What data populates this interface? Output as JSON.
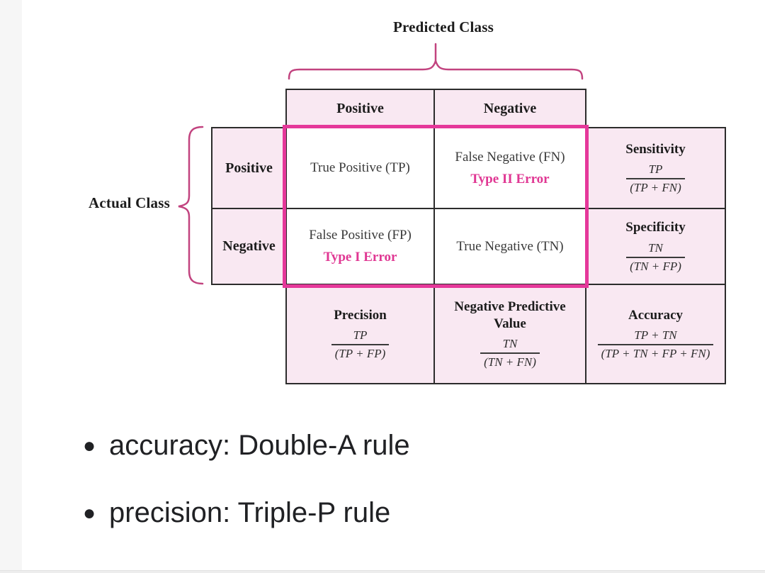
{
  "colors": {
    "cell_pink_bg": "#f9e8f2",
    "highlight_magenta": "#e5389a",
    "brace_pink": "#c2437f",
    "error_text_pink": "#e03793",
    "table_border": "#2c2c2c"
  },
  "diagram": {
    "predicted_class_label": "Predicted Class",
    "actual_class_label": "Actual Class",
    "column_headers": {
      "positive": "Positive",
      "negative": "Negative"
    },
    "row_headers": {
      "positive": "Positive",
      "negative": "Negative"
    },
    "cells": {
      "tp": {
        "label": "True Positive (TP)"
      },
      "fn": {
        "label": "False Negative (FN)",
        "error": "Type II Error"
      },
      "fp": {
        "label": "False Positive (FP)",
        "error": "Type I Error"
      },
      "tn": {
        "label": "True Negative (TN)"
      }
    },
    "metrics": {
      "sensitivity": {
        "title": "Sensitivity",
        "numerator": "TP",
        "denominator": "(TP + FN)"
      },
      "specificity": {
        "title": "Specificity",
        "numerator": "TN",
        "denominator": "(TN + FP)"
      },
      "precision": {
        "title": "Precision",
        "numerator": "TP",
        "denominator": "(TP + FP)"
      },
      "npv": {
        "title": "Negative Predictive Value",
        "numerator": "TN",
        "denominator": "(TN + FN)"
      },
      "accuracy": {
        "title": "Accuracy",
        "numerator": "TP + TN",
        "denominator": "(TP + TN + FP + FN)"
      }
    }
  },
  "notes": {
    "bullet_glyph": "●",
    "items": [
      "accuracy: Double-A rule",
      "precision: Triple-P rule"
    ]
  }
}
